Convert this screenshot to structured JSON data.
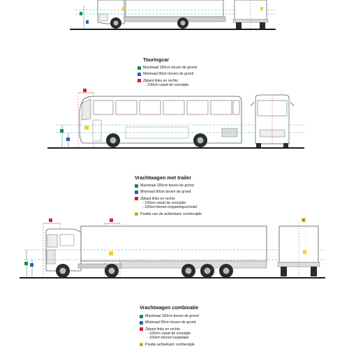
{
  "colors": {
    "green": "#1f8a4c",
    "blue": "#2a62b8",
    "red": "#d0232b",
    "yellow": "#f5d21a",
    "line": "#444444",
    "guide": "#27b5d6"
  },
  "sections": [
    {
      "title": "Touringcar",
      "legend": [
        {
          "color_key": "green",
          "symbol": "",
          "lines": [
            "Maximaal 150cm boven de grond"
          ]
        },
        {
          "color_key": "blue",
          "symbol": "",
          "lines": [
            "Minimaal 90cm boven de grond"
          ]
        },
        {
          "color_key": "red",
          "symbol": "",
          "lines": [
            "Zijkant links en rechts",
            "- 100cm vanaf de voorzijde"
          ]
        }
      ]
    },
    {
      "title": "Vrachtwagen met trailer",
      "legend": [
        {
          "color_key": "green",
          "symbol": "",
          "lines": [
            "Maximaal 150cm boven de grond"
          ]
        },
        {
          "color_key": "blue",
          "symbol": "",
          "lines": [
            "Minimaal 90cm boven de grond"
          ]
        },
        {
          "color_key": "red",
          "symbol": "",
          "lines": [
            "Zijkant links en rechts",
            "- 100cm vanaf de voorzijde",
            "- 100cm binnen koppelingsschotel"
          ]
        },
        {
          "color_key": "yellow",
          "symbol": "D",
          "lines": [
            "Positie van de achterkant: rechterzijde"
          ]
        }
      ]
    },
    {
      "title": "Vrachtwagen combinatie",
      "legend": [
        {
          "color_key": "green",
          "symbol": "",
          "lines": [
            "Maximaal 150cm boven de grond"
          ]
        },
        {
          "color_key": "blue",
          "symbol": "",
          "lines": [
            "Minimaal 90cm boven de grond"
          ]
        },
        {
          "color_key": "red",
          "symbol": "",
          "lines": [
            "Zijkant links en rechts",
            "- 100cm vanaf de voorzijde",
            "- 100cm binnen koppelpin"
          ]
        },
        {
          "color_key": "yellow",
          "symbol": "D",
          "lines": [
            "Positie achterkant: rechterzijde"
          ]
        }
      ]
    }
  ],
  "diagram_markers": {
    "yellow_tag": "D"
  }
}
